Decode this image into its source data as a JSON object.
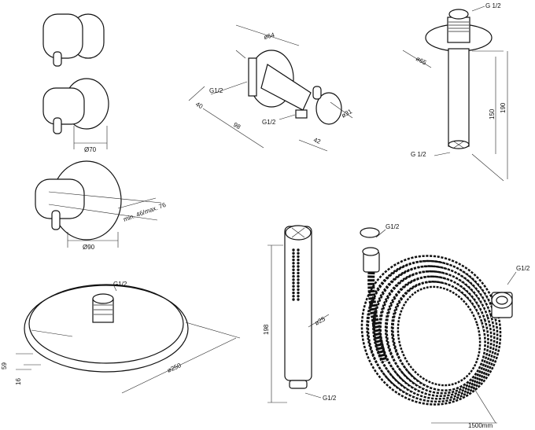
{
  "labels": {
    "valve2_dia": "Ø70",
    "valve3_dia": "Ø90",
    "valve3_depth": "min. 46/max. 76",
    "elbow_dia": "ø64",
    "elbow_thread": "G1/2",
    "elbow_depth": "40",
    "elbow_len": "98",
    "elbow_thread2": "G1/2",
    "elbow_offset": "42",
    "elbow_holder_dia": "ø31",
    "arm_thread_top": "G 1/2",
    "arm_flange_dia": "ø65",
    "arm_len_150": "150",
    "arm_len_190": "190",
    "arm_thread_bottom": "G 1/2",
    "head_thread": "G1/2",
    "head_h59": "59",
    "head_h16": "16",
    "head_dia": "ø250",
    "hand_len": "198",
    "hand_dia": "ø25",
    "hand_thread": "G1/2",
    "hose_thread_left": "G1/2",
    "hose_thread_right": "G1/2",
    "hose_len": "1500mm"
  }
}
